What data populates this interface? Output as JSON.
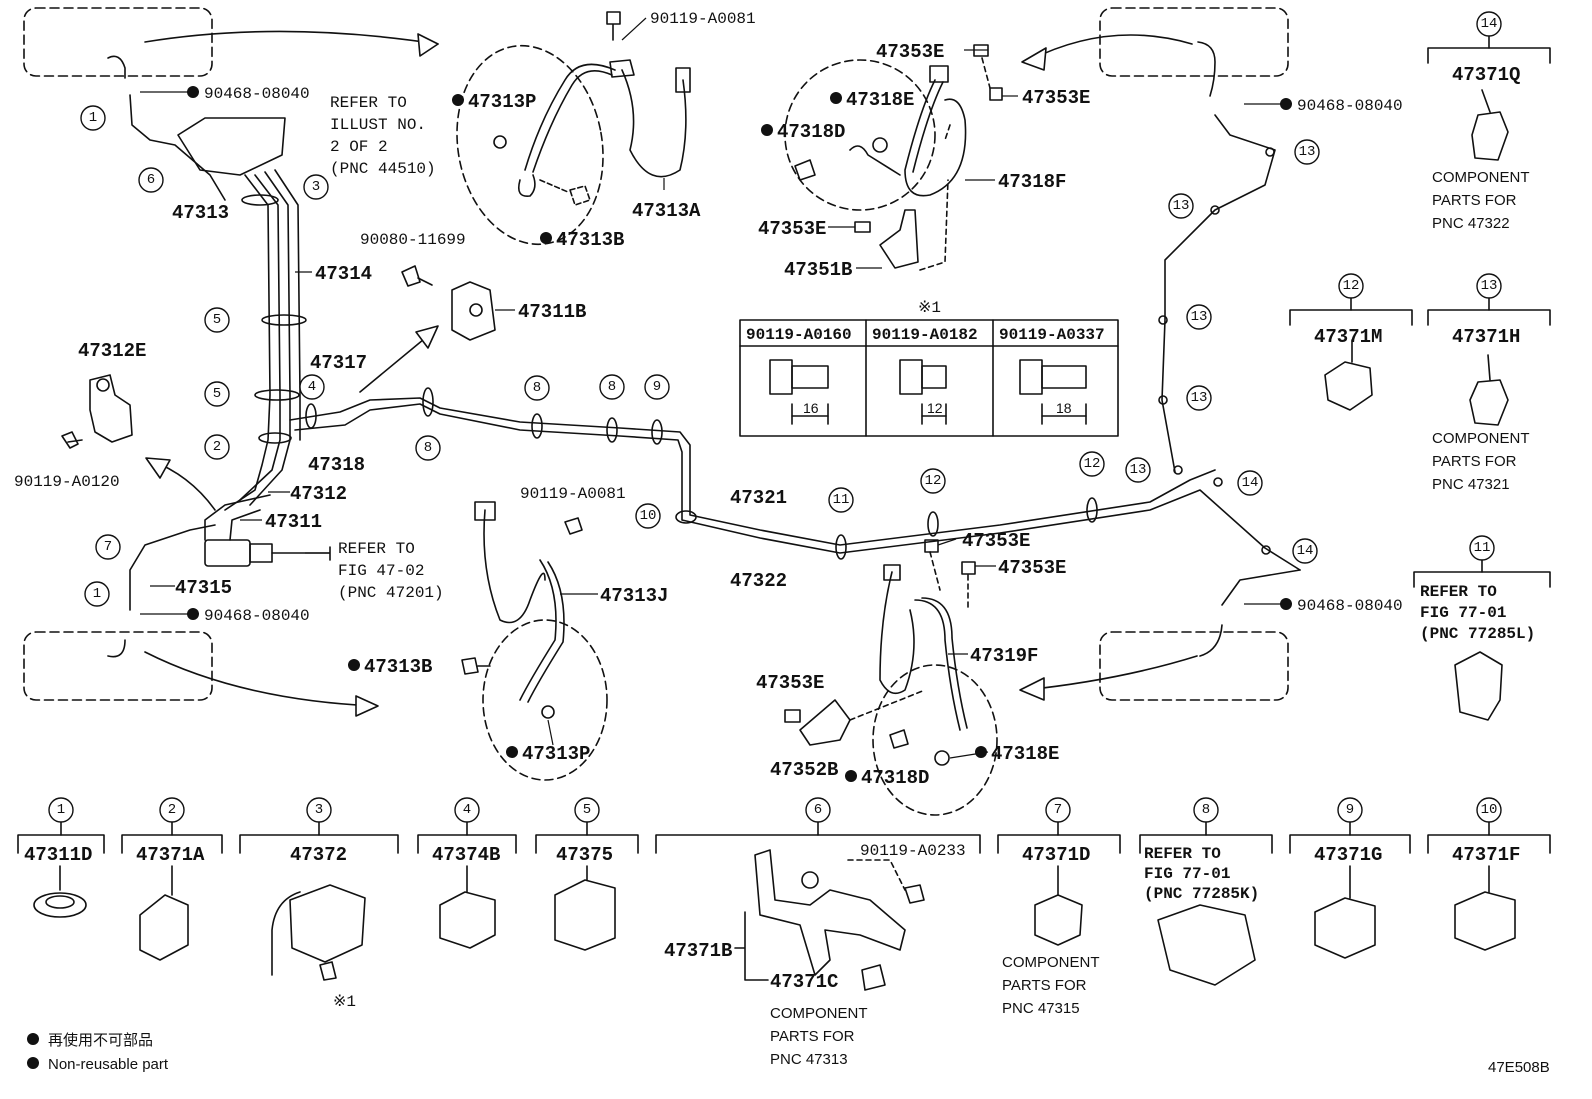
{
  "diagram_code": "47E508B",
  "legend": [
    {
      "symbol": "●",
      "text": "再使用不可部品"
    },
    {
      "symbol": "●",
      "text": "Non-reusable part"
    }
  ],
  "markers": {
    "dot": "●",
    "note_mark": "※1"
  },
  "labels": {
    "p_90468_08040_a": "90468-08040",
    "p_90468_08040_b": "90468-08040",
    "p_90468_08040_c": "90468-08040",
    "p_90468_08040_d": "90468-08040",
    "refer_44510": [
      "REFER TO",
      "ILLUST NO.",
      "2 OF 2",
      "(PNC 44510)"
    ],
    "refer_47201": [
      "REFER TO",
      "FIG 47-02",
      "(PNC 47201)"
    ],
    "refer_77285L": [
      "REFER TO",
      "FIG 77-01",
      "(PNC 77285L)"
    ],
    "refer_77285K": [
      "REFER TO",
      "FIG 77-01",
      "(PNC 77285K)"
    ],
    "p47313": "47313",
    "p47314": "47314",
    "p47312E": "47312E",
    "p90119_A0120": "90119-A0120",
    "p47317": "47317",
    "p47318": "47318",
    "p47312": "47312",
    "p47311": "47311",
    "p47315": "47315",
    "p90119_A0081_top": "90119-A0081",
    "p47313P_top": "47313P",
    "p47313B_top": "47313B",
    "p47313A": "47313A",
    "p90080_11699": "90080-11699",
    "p47311B": "47311B",
    "p90119_A0081_mid": "90119-A0081",
    "p47313J": "47313J",
    "p47313B_mid": "47313B",
    "p47313P_mid": "47313P",
    "p47353E_1": "47353E",
    "p47353E_2": "47353E",
    "p47318E_top": "47318E",
    "p47318D_top": "47318D",
    "p47318F": "47318F",
    "p47353E_3": "47353E",
    "p47351B": "47351B",
    "p47321": "47321",
    "p47322": "47322",
    "p47353E_4": "47353E",
    "p47353E_5": "47353E",
    "p47319F": "47319F",
    "p47353E_6": "47353E",
    "p47352B": "47352B",
    "p47318D_bot": "47318D",
    "p47318E_bot": "47318E",
    "p90119_A0233": "90119-A0233",
    "p47371B": "47371B",
    "p47371C": "47371C"
  },
  "bolt_table": {
    "headers": [
      "90119-A0160",
      "90119-A0182",
      "90119-A0337"
    ],
    "lengths": [
      "16",
      "12",
      "18"
    ]
  },
  "legend_boxes": [
    {
      "num": "1",
      "part": "47311D",
      "note": []
    },
    {
      "num": "2",
      "part": "47371A",
      "note": []
    },
    {
      "num": "3",
      "part": "47372",
      "note": []
    },
    {
      "num": "4",
      "part": "47374B",
      "note": []
    },
    {
      "num": "5",
      "part": "47375",
      "note": []
    },
    {
      "num": "6",
      "part": "",
      "note": []
    },
    {
      "num": "7",
      "part": "47371D",
      "note": [
        "COMPONENT",
        "PARTS FOR",
        "PNC 47315"
      ]
    },
    {
      "num": "8",
      "part": "",
      "note": []
    },
    {
      "num": "9",
      "part": "47371G",
      "note": []
    },
    {
      "num": "10",
      "part": "47371F",
      "note": []
    },
    {
      "num": "11",
      "part": "",
      "note": []
    },
    {
      "num": "12",
      "part": "47371M",
      "note": []
    },
    {
      "num": "13",
      "part": "47371H",
      "note": [
        "COMPONENT",
        "PARTS FOR",
        "PNC 47321"
      ]
    },
    {
      "num": "14",
      "part": "47371Q",
      "note": [
        "COMPONENT",
        "PARTS FOR",
        "PNC 47322"
      ]
    }
  ],
  "note_47313": [
    "COMPONENT",
    "PARTS FOR",
    "PNC 47313"
  ],
  "callouts": [
    "1",
    "6",
    "3",
    "5",
    "5",
    "4",
    "2",
    "7",
    "1",
    "8",
    "8",
    "8",
    "9",
    "10",
    "11",
    "12",
    "12",
    "13",
    "13",
    "13",
    "13",
    "13",
    "14",
    "14"
  ]
}
